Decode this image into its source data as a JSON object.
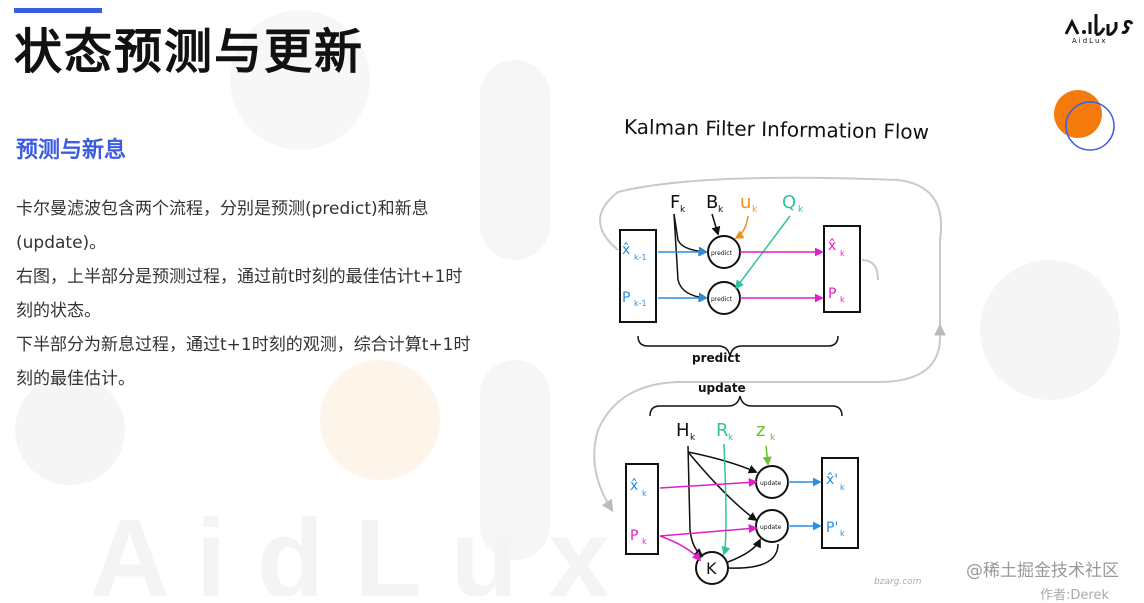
{
  "slide": {
    "title": "状态预测与更新",
    "subtitle": "预测与新息",
    "paragraphs": [
      "卡尔曼滤波包含两个流程，分别是预测(predict)和新息(update)。",
      "右图，上半部分是预测过程，通过前t时刻的最佳估计t+1时刻的状态。",
      "下半部分为新息过程，通过t+1时刻的观测，综合计算t+1时刻的最佳估计。"
    ],
    "accent_color": "#3d5de0"
  },
  "logo": {
    "text": "AidLux"
  },
  "figure": {
    "title": "Kalman Filter Information Flow",
    "predict_label": "predict",
    "update_label": "update",
    "inputs_top": [
      "F",
      "B",
      "u",
      "Q"
    ],
    "inputs_bottom": [
      "H",
      "R",
      "z"
    ],
    "node_predict": "predict",
    "node_update": "update",
    "node_k": "K",
    "credit": "bzarg.com",
    "colors": {
      "magenta": "#e01fc8",
      "blue": "#2a8ee0",
      "orange": "#f0901a",
      "teal": "#2ec4a0",
      "green": "#6cc02a"
    }
  },
  "watermark": {
    "site": "@稀土掘金技术社区",
    "author": "作者:Derek"
  }
}
